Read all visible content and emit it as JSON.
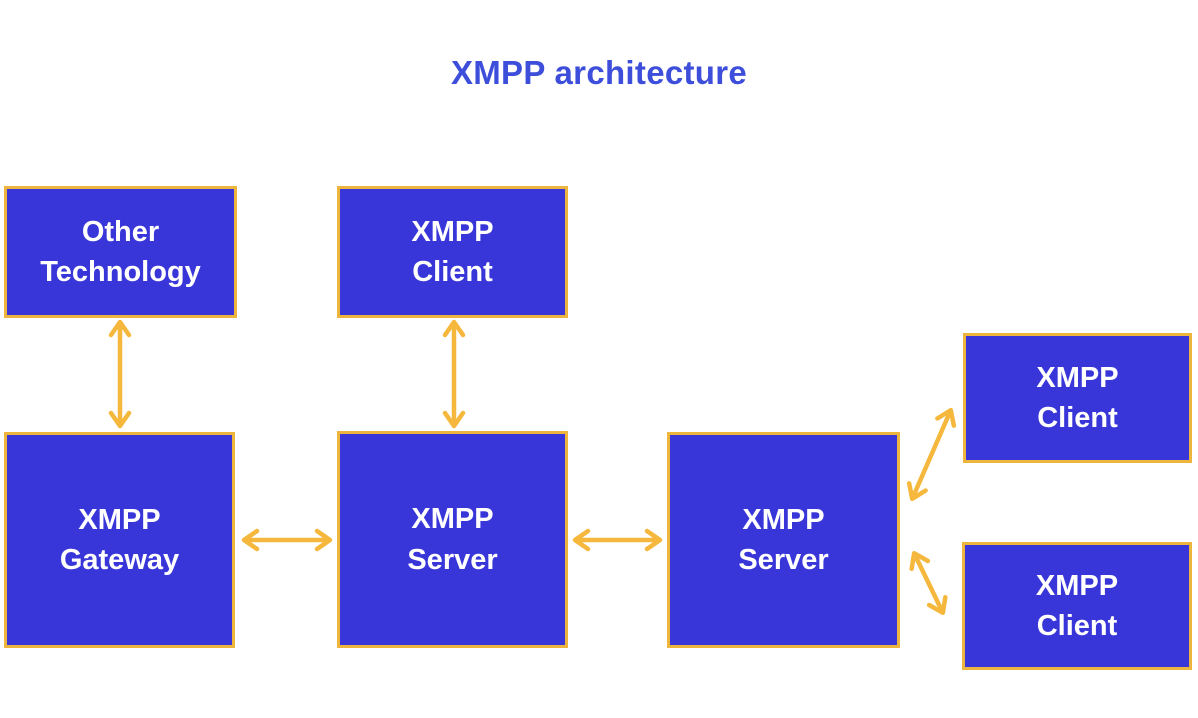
{
  "title": "XMPP architecture",
  "colors": {
    "background": "#ffffff",
    "title_text": "#3d4edb",
    "node_fill": "#3936d9",
    "node_border": "#edb53d",
    "node_text": "#ffffff",
    "arrow": "#f5b83d"
  },
  "nodes": {
    "other_technology": {
      "label": "Other\nTechnology"
    },
    "xmpp_client_top": {
      "label": "XMPP\nClient"
    },
    "xmpp_gateway": {
      "label": "XMPP\nGateway"
    },
    "xmpp_server_left": {
      "label": "XMPP\nServer"
    },
    "xmpp_server_right": {
      "label": "XMPP\nServer"
    },
    "xmpp_client_right_top": {
      "label": "XMPP\nClient"
    },
    "xmpp_client_right_bottom": {
      "label": "XMPP\nClient"
    }
  },
  "edges": [
    {
      "from": "Other Technology",
      "to": "XMPP Gateway",
      "direction": "bidirectional",
      "orientation": "vertical"
    },
    {
      "from": "XMPP Client",
      "to": "XMPP Server (left)",
      "direction": "bidirectional",
      "orientation": "vertical"
    },
    {
      "from": "XMPP Gateway",
      "to": "XMPP Server (left)",
      "direction": "bidirectional",
      "orientation": "horizontal"
    },
    {
      "from": "XMPP Server (left)",
      "to": "XMPP Server (right)",
      "direction": "bidirectional",
      "orientation": "horizontal"
    },
    {
      "from": "XMPP Server (right)",
      "to": "XMPP Client (right top)",
      "direction": "bidirectional",
      "orientation": "diagonal"
    },
    {
      "from": "XMPP Server (right)",
      "to": "XMPP Client (right bottom)",
      "direction": "bidirectional",
      "orientation": "diagonal"
    }
  ]
}
